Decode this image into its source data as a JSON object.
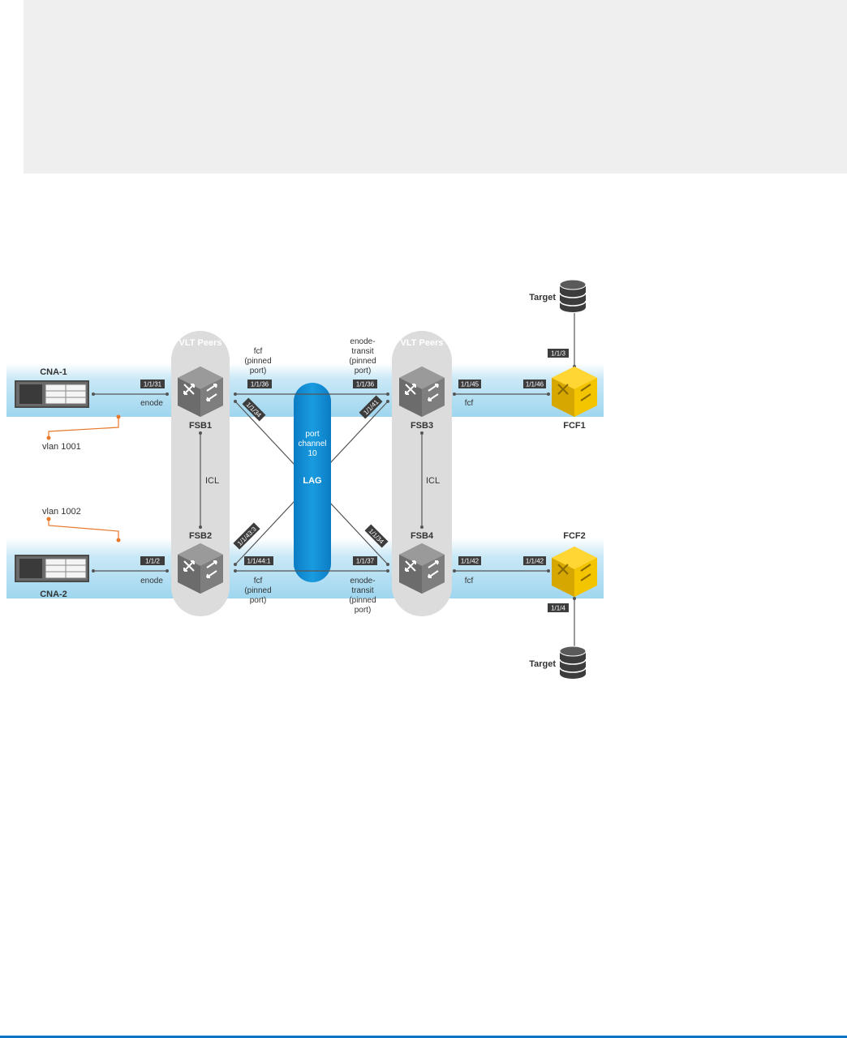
{
  "code_box": {
    "text": ""
  },
  "diagram": {
    "vlt_peers_left": "VLT Peers",
    "vlt_peers_right": "VLT Peers",
    "lag": {
      "line1": "port",
      "line2": "channel",
      "line3": "10",
      "label": "LAG"
    },
    "nodes": {
      "cna1": "CNA-1",
      "cna2": "CNA-2",
      "fsb1": "FSB1",
      "fsb2": "FSB2",
      "fsb3": "FSB3",
      "fsb4": "FSB4",
      "fcf1": "FCF1",
      "fcf2": "FCF2",
      "target_top": "Target",
      "target_bottom": "Target"
    },
    "icl_left": "ICL",
    "icl_right": "ICL",
    "vlans": {
      "v1001": "vlan 1001",
      "v1002": "vlan 1002"
    },
    "link_labels": {
      "enode_top": "enode",
      "enode_bottom": "enode",
      "fcf_top": [
        "fcf",
        "(pinned",
        "port)"
      ],
      "fcf_bottom": [
        "fcf",
        "(pinned",
        "port)"
      ],
      "enode_transit_top": [
        "enode-",
        "transit",
        "(pinned",
        "port)"
      ],
      "enode_transit_bottom": [
        "enode-",
        "transit",
        "(pinned",
        "port)"
      ],
      "fcf_right_top": "fcf",
      "fcf_right_bottom": "fcf"
    },
    "ports": {
      "p_1_1_31": "1/1/31",
      "p_1_1_36_a": "1/1/36",
      "p_1_1_34_a": "1/1/34",
      "p_1_1_36_b": "1/1/36",
      "p_1_1_41": "1/1/41",
      "p_1_1_45_a": "1/1/45",
      "p_1_1_46": "1/1/46",
      "p_1_1_3": "1/1/3",
      "p_1_1_2": "1/1/2",
      "p_1_1_44_1": "1/1/44:1",
      "p_1_1_43_3": "1/1/43:3",
      "p_1_1_34_b": "1/1/34",
      "p_1_1_37": "1/1/37",
      "p_1_1_42_a": "1/1/42",
      "p_1_1_42_b": "1/1/42",
      "p_1_1_4": "1/1/4"
    },
    "colors": {
      "band": "#bfe3f4",
      "lag": "#0a86d2",
      "switch_gray": "#6d6d6d",
      "switch_yellow": "#f3c200",
      "vlan_line": "#e8782a",
      "port_tag": "#3d3d3d"
    }
  }
}
